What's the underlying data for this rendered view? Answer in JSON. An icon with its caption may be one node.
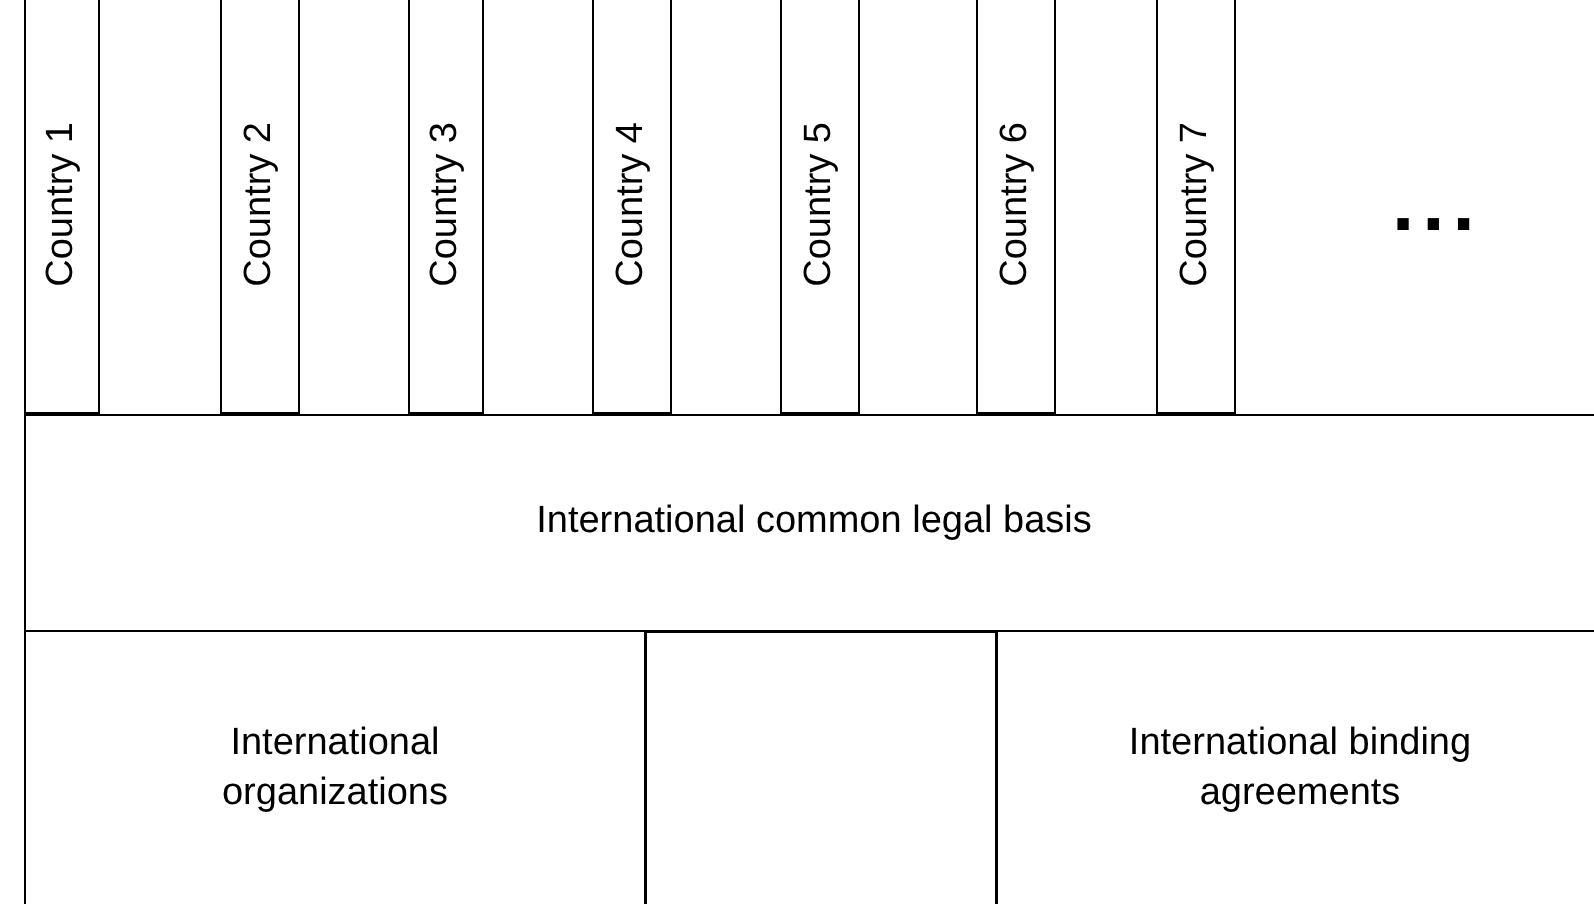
{
  "diagram": {
    "nodes": [
      {
        "text": [
          "Country 1"
        ]
      },
      {
        "text": [
          "Country 2"
        ]
      },
      {
        "text": [
          "Country 3"
        ]
      },
      {
        "text": [
          "Country 4"
        ]
      },
      {
        "text": [
          "Country 5"
        ]
      },
      {
        "text": [
          "Country 6"
        ]
      },
      {
        "text": [
          "Country 7"
        ]
      },
      {
        "text": [
          "International common legal basis"
        ]
      },
      {
        "text": [
          "International organizations"
        ]
      },
      {
        "text": [],
        "shape": "box"
      },
      {
        "text": [
          "International binding agreements"
        ]
      }
    ],
    "labels": [
      "..."
    ]
  }
}
